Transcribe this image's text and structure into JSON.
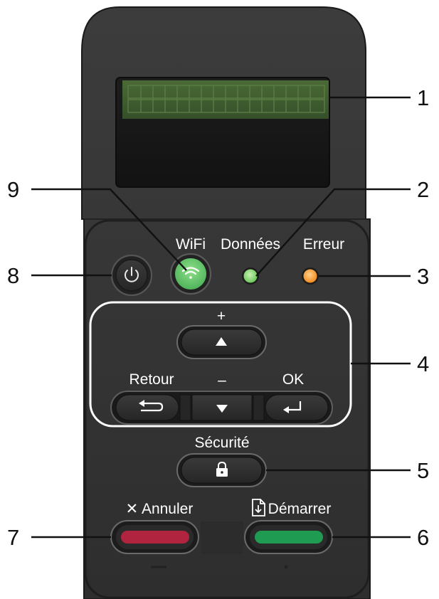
{
  "labels": {
    "wifi": "WiFi",
    "data": "Données",
    "error": "Erreur",
    "plus": "+",
    "minus": "–",
    "back": "Retour",
    "ok": "OK",
    "security": "Sécurité",
    "cancel": "✕ Annuler",
    "start": "Démarrer"
  },
  "callouts": [
    "1",
    "2",
    "3",
    "4",
    "5",
    "6",
    "7",
    "8",
    "9"
  ],
  "icons": {
    "power": "power-icon",
    "wifi": "wifi-icon",
    "up": "arrow-up-icon",
    "down": "arrow-down-icon",
    "back": "back-arrow-icon",
    "ok": "enter-arrow-icon",
    "lock": "lock-icon",
    "start": "document-start-icon"
  },
  "colors": {
    "panel": "#3a3a3a",
    "lcd": "#3f5a2f",
    "wifi_button": "#6fcf6f",
    "data_led": "#8fdc7e",
    "error_led": "#ff9d2e",
    "cancel_button": "#b0243f",
    "start_button": "#1f9b52"
  }
}
